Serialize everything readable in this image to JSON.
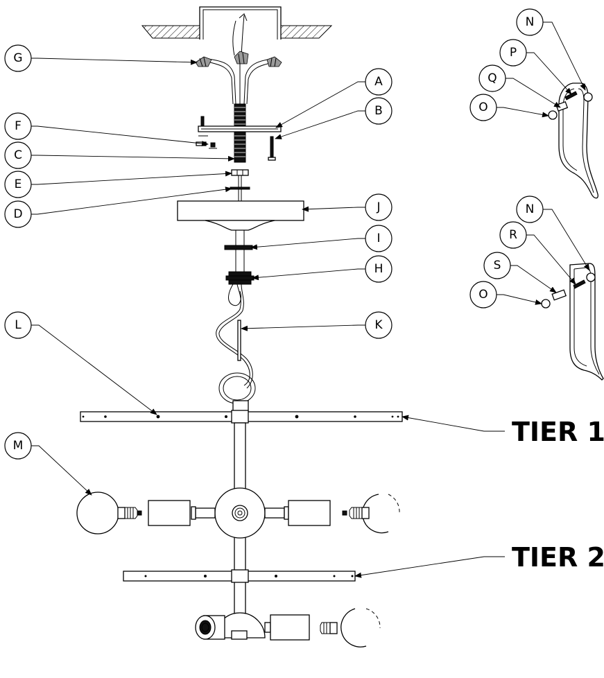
{
  "labels": {
    "A": "A",
    "B": "B",
    "C": "C",
    "D": "D",
    "E": "E",
    "F": "F",
    "G": "G",
    "H": "H",
    "I": "I",
    "J": "J",
    "K": "K",
    "L": "L",
    "M": "M",
    "N1": "N",
    "N2": "N",
    "O1": "O",
    "O2": "O",
    "P": "P",
    "Q": "Q",
    "R": "R",
    "S": "S"
  },
  "tiers": {
    "tier1": "TIER 1",
    "tier2": "TIER 2"
  }
}
